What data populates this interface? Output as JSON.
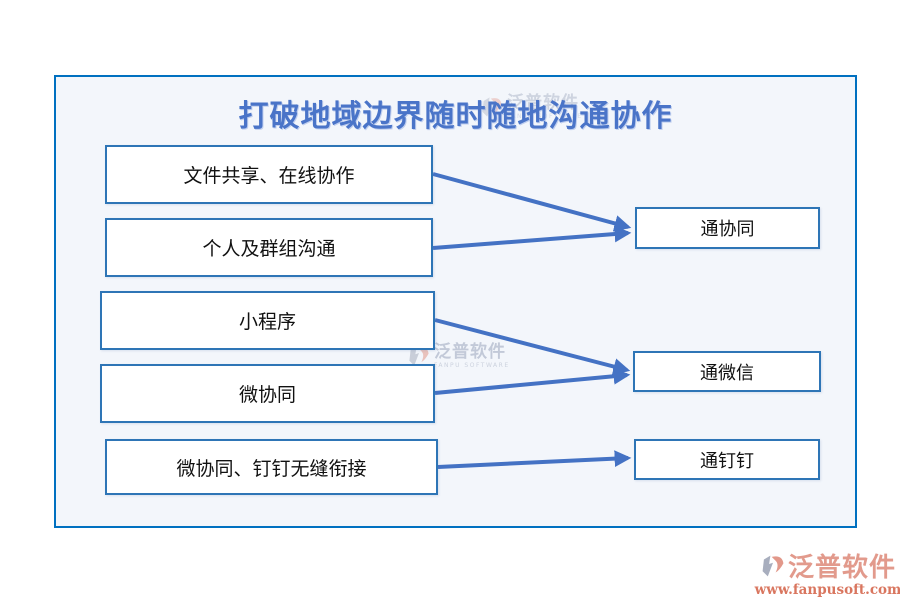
{
  "page": {
    "title": "打破地域边界随时随地沟通协作"
  },
  "diagram": {
    "left_boxes": [
      {
        "label": "文件共享、在线协作"
      },
      {
        "label": "个人及群组沟通"
      },
      {
        "label": "小程序"
      },
      {
        "label": "微协同"
      },
      {
        "label": "微协同、钉钉无缝衔接"
      }
    ],
    "right_boxes": [
      {
        "label": "通协同"
      },
      {
        "label": "通微信"
      },
      {
        "label": "通钉钉"
      }
    ],
    "connections": [
      {
        "from": "文件共享、在线协作",
        "to": "通协同"
      },
      {
        "from": "个人及群组沟通",
        "to": "通协同"
      },
      {
        "from": "小程序",
        "to": "通微信"
      },
      {
        "from": "微协同",
        "to": "通微信"
      },
      {
        "from": "微协同、钉钉无缝衔接",
        "to": "通钉钉"
      }
    ]
  },
  "branding": {
    "name": "泛普软件",
    "name_en": "FANPU SOFTWARE",
    "url": "www.fanpusoft.com"
  },
  "colors": {
    "title_blue": "#4a74c8",
    "arrow_blue": "#4472c4",
    "box_border_blue": "#2e75b6",
    "frame_border_blue": "#0070c0",
    "frame_background": "#f3f6fb",
    "brand_salmon": "#e29a8c",
    "brand_url_red": "#d9765f",
    "logo_gray": "#a8aebe"
  }
}
